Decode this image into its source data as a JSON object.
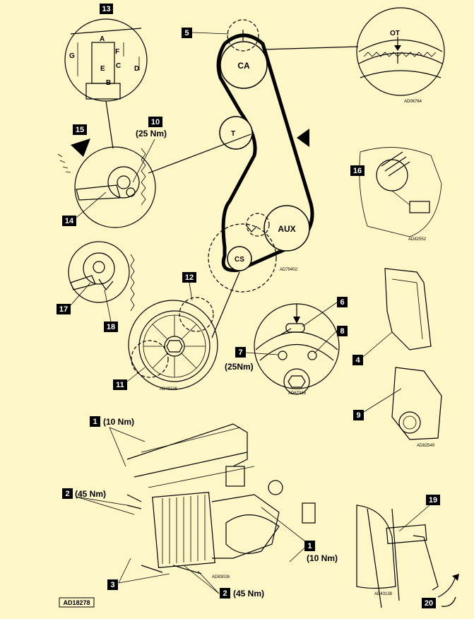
{
  "drawing_code": "AD18278",
  "pulleys": {
    "ca": "CA",
    "t": "T",
    "aux": "AUX",
    "cs": "CS"
  },
  "detail_letters": [
    "A",
    "B",
    "C",
    "D",
    "E",
    "F",
    "G"
  ],
  "ot_label": "OT",
  "callouts": [
    {
      "n": "1",
      "torque": "(10 Nm)"
    },
    {
      "n": "1",
      "torque": "(10 Nm)"
    },
    {
      "n": "2",
      "torque": "(45 Nm)"
    },
    {
      "n": "2",
      "torque": "(45 Nm)"
    },
    {
      "n": "3",
      "torque": ""
    },
    {
      "n": "4",
      "torque": ""
    },
    {
      "n": "5",
      "torque": ""
    },
    {
      "n": "6",
      "torque": ""
    },
    {
      "n": "7",
      "torque": "(25Nm)"
    },
    {
      "n": "8",
      "torque": ""
    },
    {
      "n": "9",
      "torque": ""
    },
    {
      "n": "10",
      "torque": "(25 Nm)"
    },
    {
      "n": "11",
      "torque": ""
    },
    {
      "n": "12",
      "torque": ""
    },
    {
      "n": "13",
      "torque": ""
    },
    {
      "n": "14",
      "torque": ""
    },
    {
      "n": "15",
      "torque": ""
    },
    {
      "n": "16",
      "torque": ""
    },
    {
      "n": "17",
      "torque": ""
    },
    {
      "n": "18",
      "torque": ""
    },
    {
      "n": "19",
      "torque": ""
    },
    {
      "n": "20",
      "torque": ""
    }
  ],
  "image_codes": [
    "AD06764",
    "AD82552",
    "AD79402",
    "AD49226",
    "AD67316",
    "AD82549",
    "AD83026",
    "AD43138"
  ],
  "colors": {
    "background": "#fdf7c8",
    "ink": "#000000",
    "label_box": "#000000",
    "label_text": "#ffffff"
  }
}
